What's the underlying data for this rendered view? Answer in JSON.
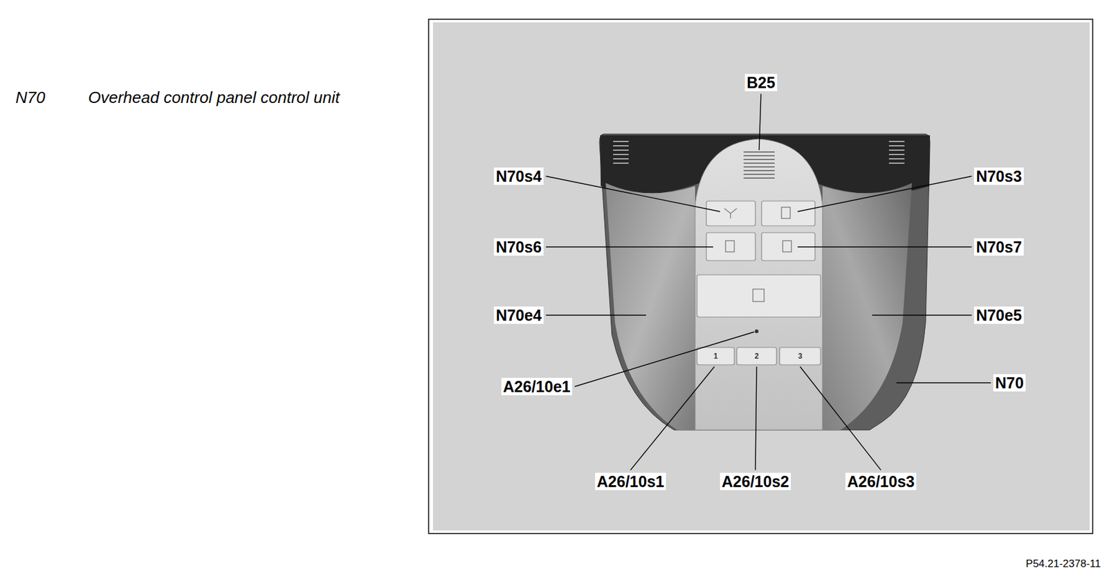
{
  "diagram": {
    "labels": [
      "N70",
      "Overhead control panel control unit",
      "B25",
      "N70s4",
      "N70s3",
      "N70s6",
      "N70s7",
      "N70e4",
      "N70e5",
      "A26/10e1",
      "N70",
      "A26/10s1",
      "A26/10s2",
      "A26/10s3",
      "1",
      "2",
      "3",
      "P54.21-2378-11"
    ]
  }
}
